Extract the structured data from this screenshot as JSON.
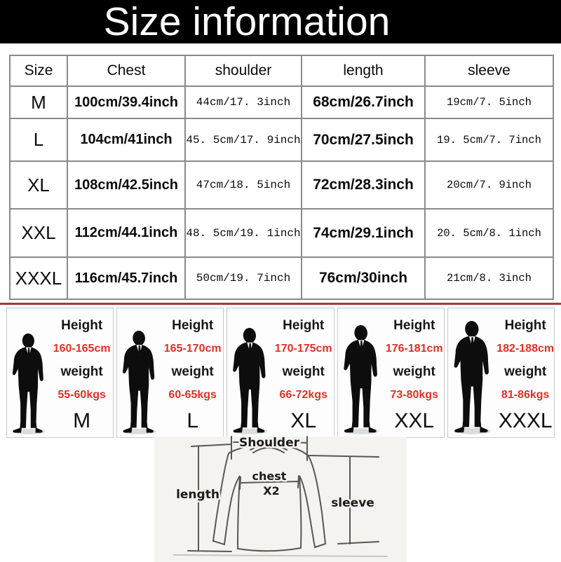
{
  "title": "Size information",
  "table": {
    "headers": [
      "Size",
      "Chest",
      "shoulder",
      "length",
      "sleeve"
    ],
    "rows": [
      {
        "size": "M",
        "chest": "100cm/39.4inch",
        "shoulder": "44cm/17. 3inch",
        "length": "68cm/26.7inch",
        "sleeve": "19cm/7. 5inch"
      },
      {
        "size": "L",
        "chest": "104cm/41inch",
        "shoulder": "45. 5cm/17. 9inch",
        "length": "70cm/27.5inch",
        "sleeve": "19. 5cm/7. 7inch"
      },
      {
        "size": "XL",
        "chest": "108cm/42.5inch",
        "shoulder": "47cm/18. 5inch",
        "length": "72cm/28.3inch",
        "sleeve": "20cm/7. 9inch"
      },
      {
        "size": "XXL",
        "chest": "112cm/44.1inch",
        "shoulder": "48. 5cm/19. 1inch",
        "length": "74cm/29.1inch",
        "sleeve": "20. 5cm/8. 1inch"
      },
      {
        "size": "XXXL",
        "chest": "116cm/45.7inch",
        "shoulder": "50cm/19. 7inch",
        "length": "76cm/30inch",
        "sleeve": "21cm/8. 3inch"
      }
    ]
  },
  "fit_panels": {
    "height_label": "Height",
    "weight_label": "weight",
    "panels": [
      {
        "size": "M",
        "height": "160-165cm",
        "weight": "55-60kgs"
      },
      {
        "size": "L",
        "height": "165-170cm",
        "weight": "60-65kgs"
      },
      {
        "size": "XL",
        "height": "170-175cm",
        "weight": "66-72kgs"
      },
      {
        "size": "XXL",
        "height": "176-181cm",
        "weight": "73-80kgs"
      },
      {
        "size": "XXXL",
        "height": "182-188cm",
        "weight": "81-86kgs"
      }
    ]
  },
  "diagram": {
    "shoulder": "Shoulder",
    "length": "length",
    "chest": "chest",
    "chest_multiplier": "X2",
    "sleeve": "sleeve"
  },
  "colors": {
    "banner_bg": "#000000",
    "banner_text": "#ffffff",
    "accent_red": "#dc3227",
    "rule_red": "#a33a38",
    "table_border": "#8a8a8a"
  }
}
